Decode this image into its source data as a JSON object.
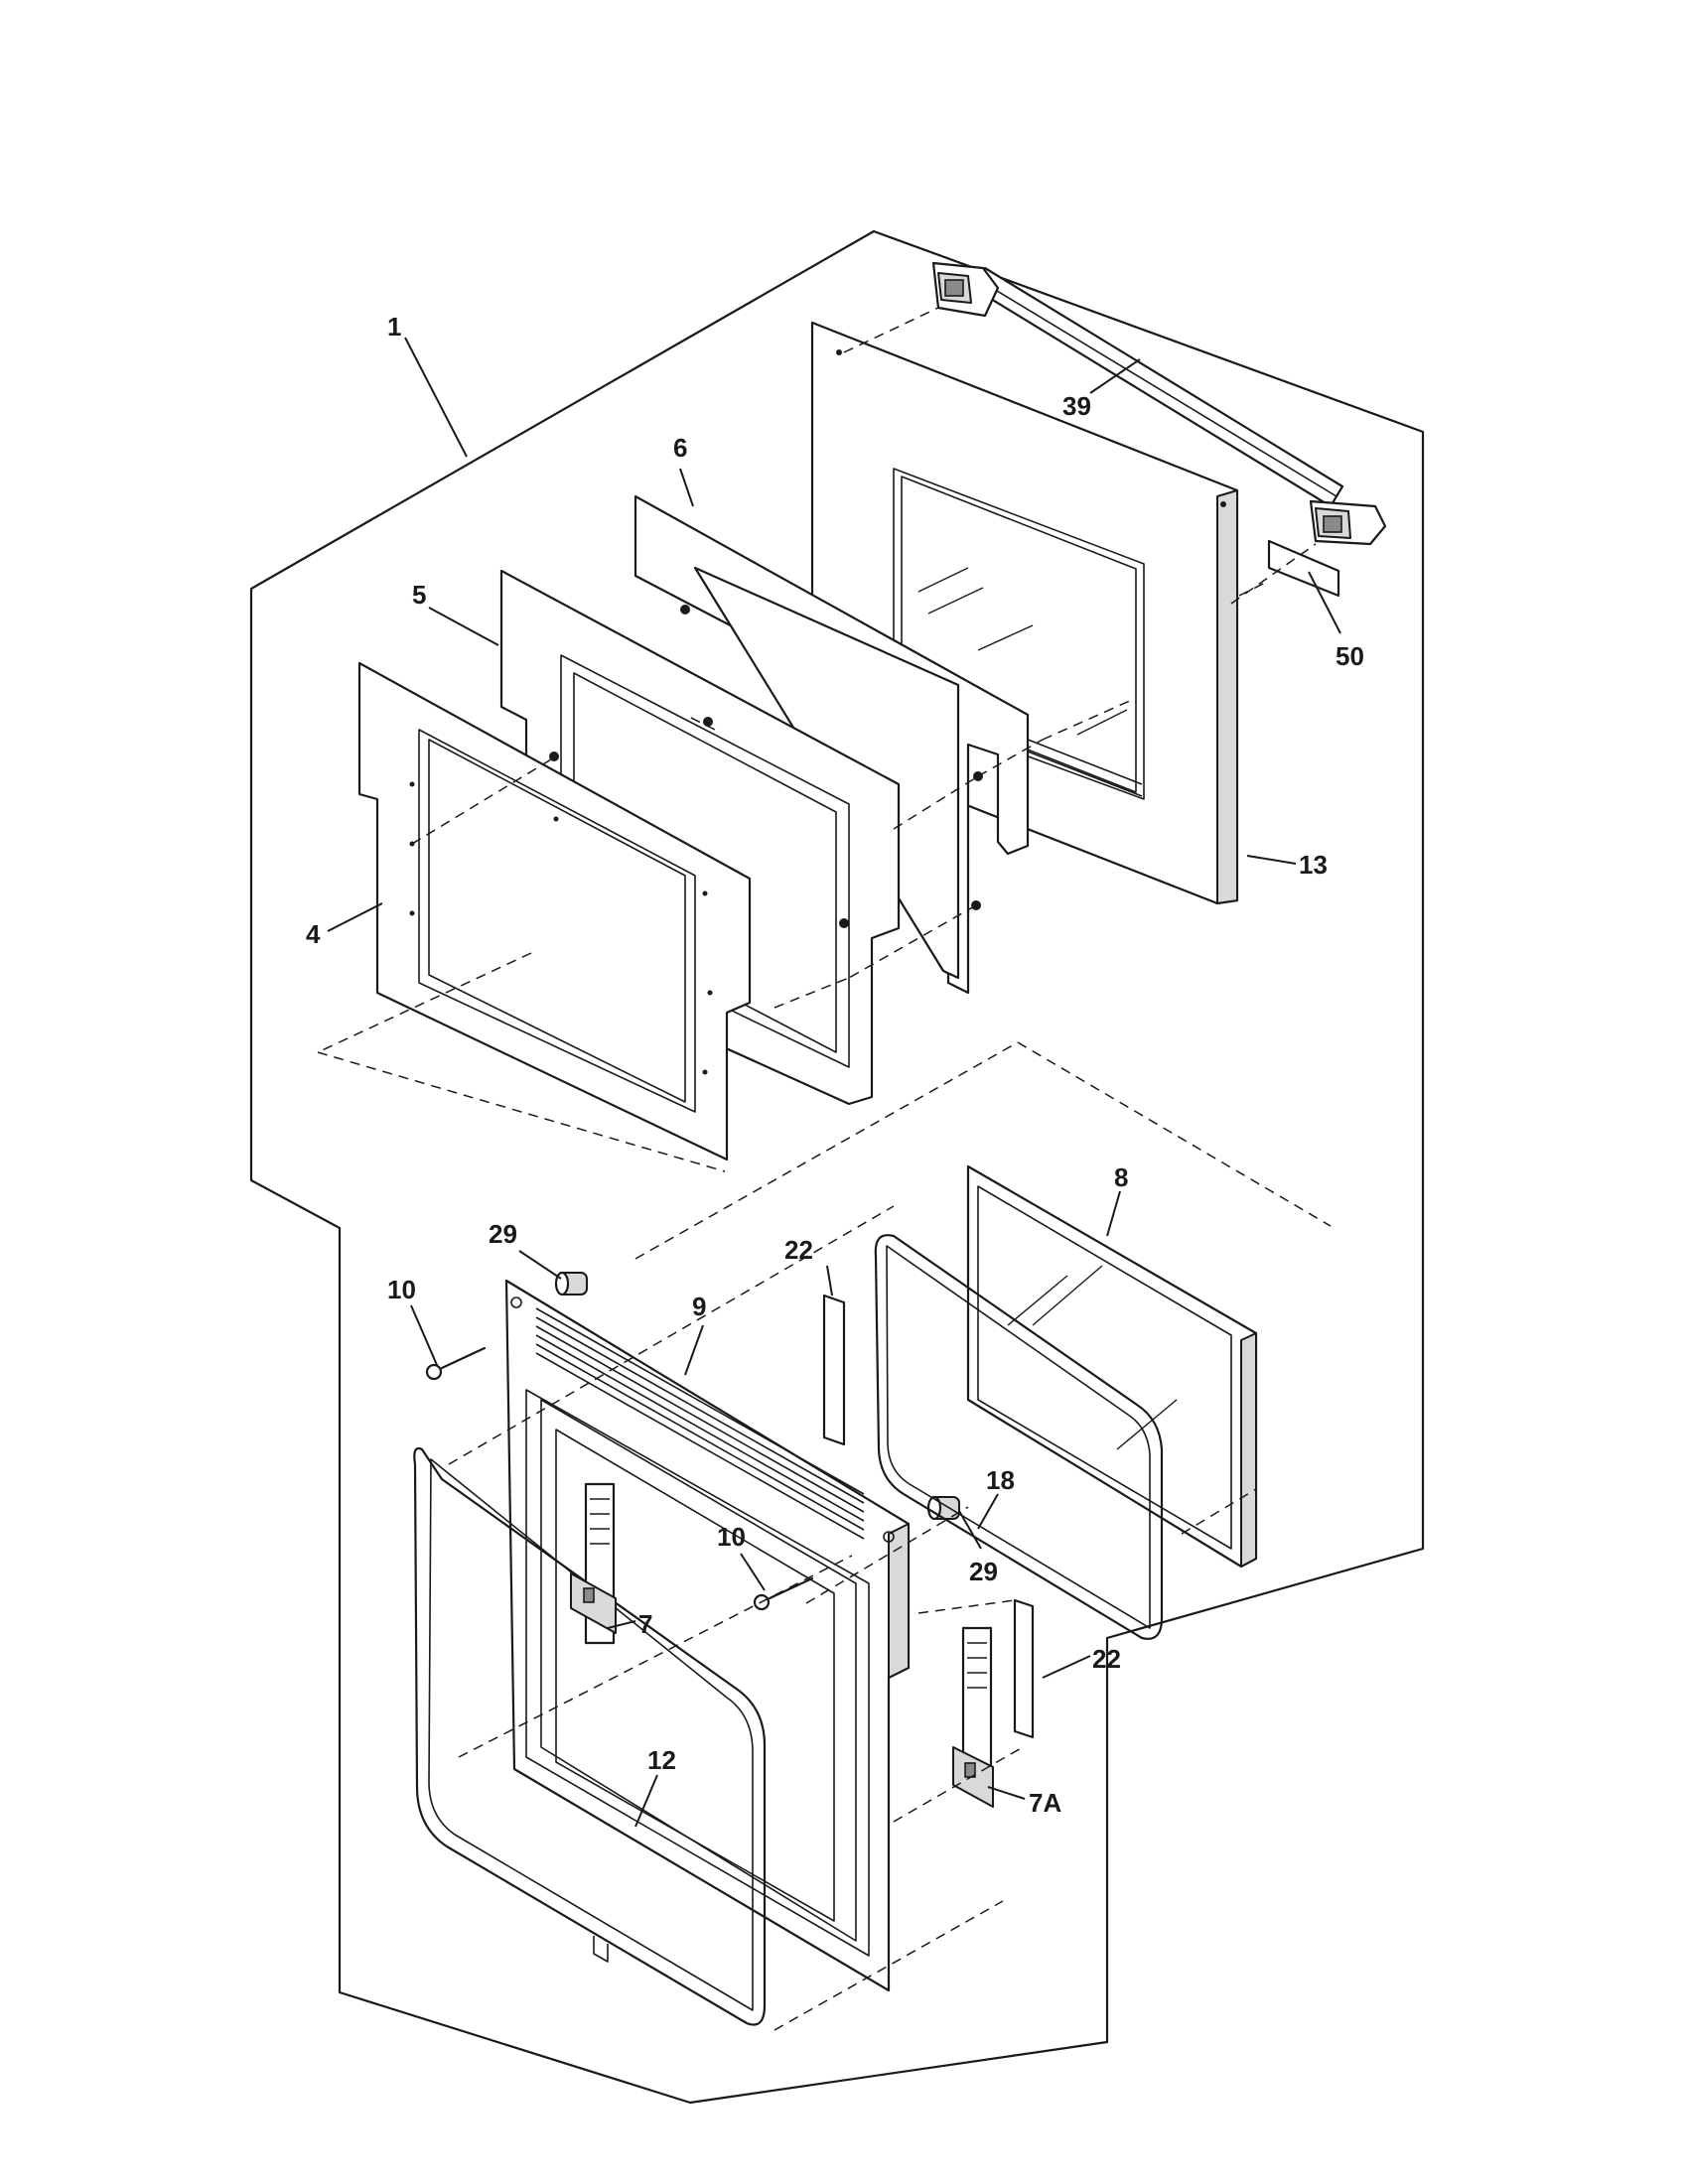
{
  "callouts": [
    {
      "id": "1",
      "text": "1"
    },
    {
      "id": "39",
      "text": "39"
    },
    {
      "id": "6",
      "text": "6"
    },
    {
      "id": "50",
      "text": "50"
    },
    {
      "id": "5",
      "text": "5"
    },
    {
      "id": "13",
      "text": "13"
    },
    {
      "id": "4",
      "text": "4"
    },
    {
      "id": "8",
      "text": "8"
    },
    {
      "id": "29a",
      "text": "29"
    },
    {
      "id": "22a",
      "text": "22"
    },
    {
      "id": "10a",
      "text": "10"
    },
    {
      "id": "9",
      "text": "9"
    },
    {
      "id": "18",
      "text": "18"
    },
    {
      "id": "10b",
      "text": "10"
    },
    {
      "id": "29b",
      "text": "29"
    },
    {
      "id": "7",
      "text": "7"
    },
    {
      "id": "22b",
      "text": "22"
    },
    {
      "id": "12",
      "text": "12"
    },
    {
      "id": "7A",
      "text": "7A"
    }
  ]
}
